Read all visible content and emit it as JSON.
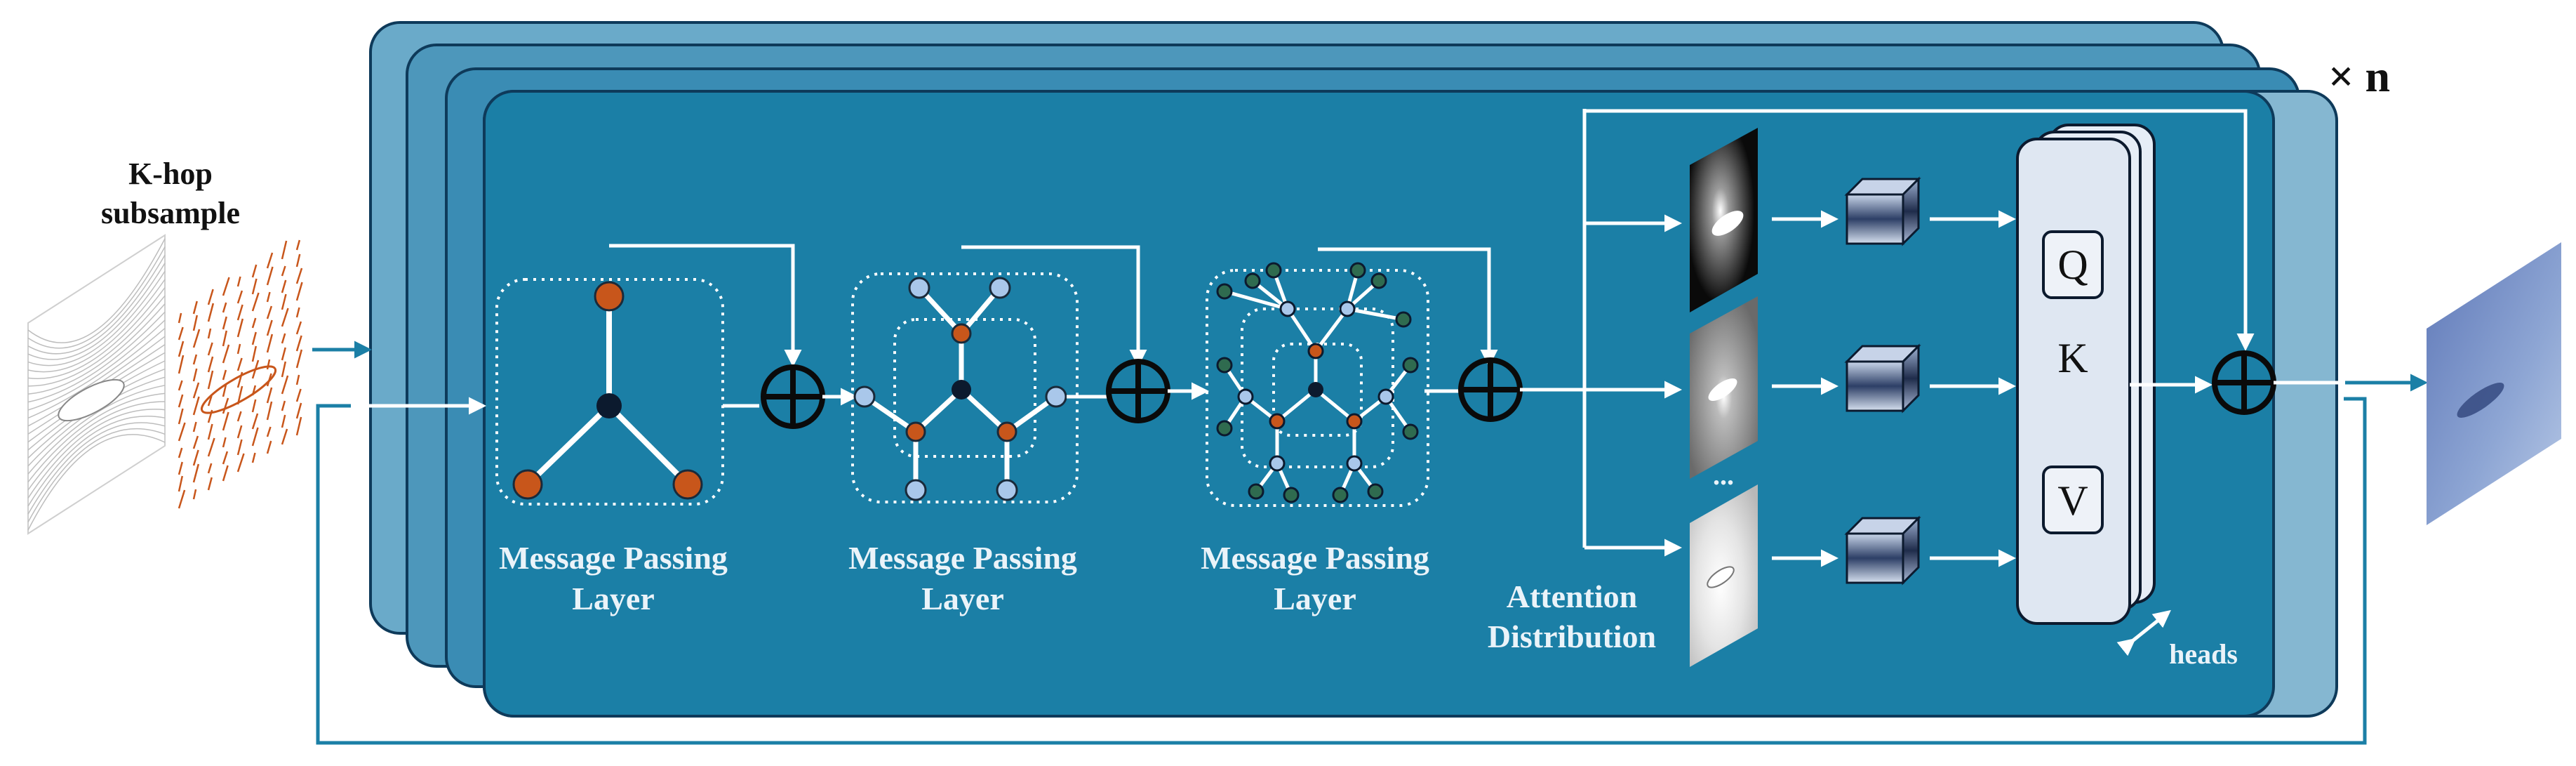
{
  "input": {
    "title_line1": "K-hop",
    "title_line2": "subsample"
  },
  "blocks": [
    {
      "line1": "Message Passing",
      "line2": "Layer"
    },
    {
      "line1": "Message Passing",
      "line2": "Layer"
    },
    {
      "line1": "Message Passing",
      "line2": "Layer"
    }
  ],
  "attention": {
    "line1": "Attention",
    "line2": "Distribution",
    "ellipsis": "..."
  },
  "qkv": {
    "q": "Q",
    "k": "K",
    "v": "V"
  },
  "heads_label": "heads",
  "repeat_label": "× n",
  "colors": {
    "panel_back": "#5b9ebf",
    "panel_front": "#1b7fa6",
    "node_orange": "#c8561b",
    "node_light": "#a9c7ea",
    "node_green": "#2f6b4f",
    "node_dark": "#0c1a2e",
    "output_card": "#7b95c9"
  }
}
